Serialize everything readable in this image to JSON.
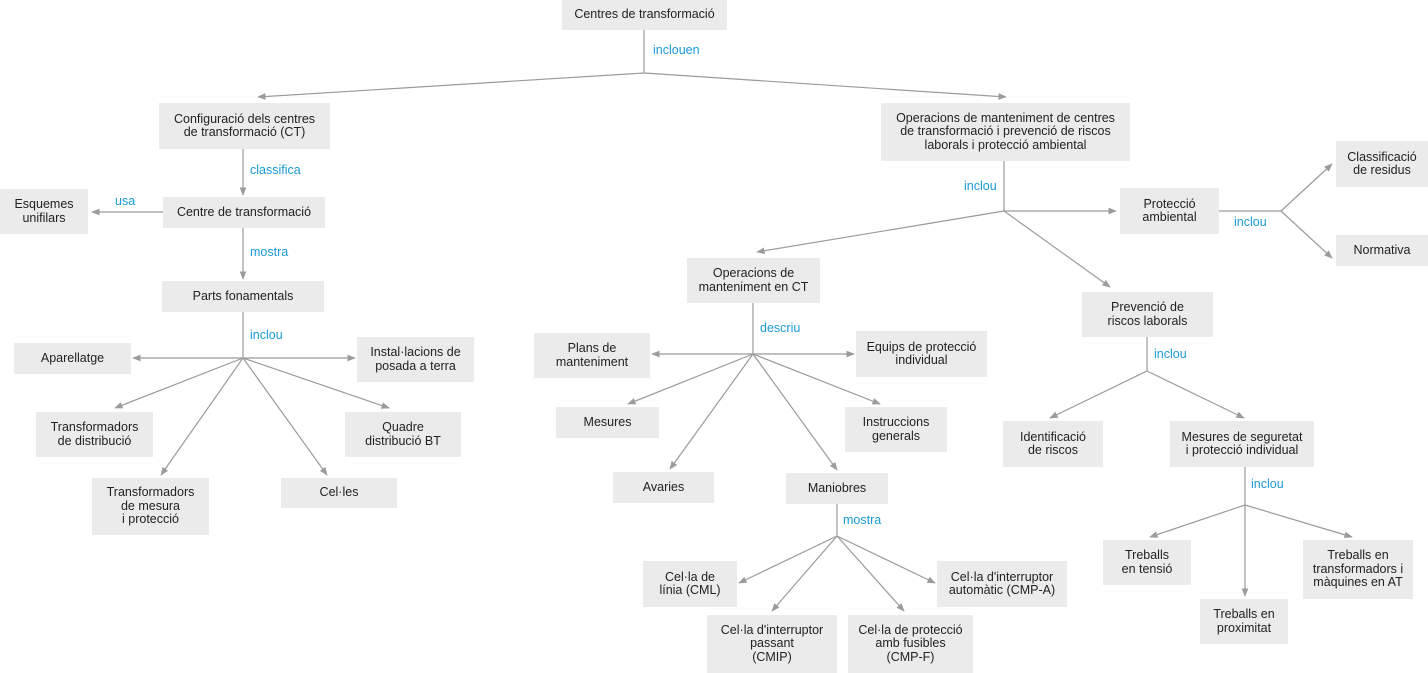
{
  "colors": {
    "node_bg": "#ebebeb",
    "node_text": "#222222",
    "label": "#1a9ad6",
    "line": "#9b9b9b"
  },
  "nodes": {
    "root": "Centres de transformació",
    "config": "Configuració dels centres\nde transformació (CT)",
    "ops": "Operacions de manteniment de centres\nde transformació i prevenció de riscos\nlaborals i protecció ambiental",
    "ct": "Centre de transformació",
    "esquemes": "Esquemes\nunifilars",
    "parts": "Parts fonamentals",
    "aparellatge": "Aparellatge",
    "installacions": "Instal·lacions de\nposada a terra",
    "transf_dist": "Transformadors\nde distribució",
    "quadre": "Quadre\ndistribució BT",
    "transf_mesura": "Transformadors\nde mesura\ni protecció",
    "celles": "Cel·les",
    "ops_ct": "Operacions de\nmanteniment en CT",
    "plans": "Plans de\nmanteniment",
    "equips": "Equips de protecció\nindividual",
    "mesures": "Mesures",
    "instruccions": "Instruccions\ngenerals",
    "avaries": "Avaries",
    "maniobres": "Maniobres",
    "cella_linia": "Cel·la de\nlínia (CML)",
    "cella_auto": "Cel·la d'interruptor\nautomàtic (CMP-A)",
    "cella_passant": "Cel·la d'interruptor\npassant\n(CMIP)",
    "cella_fusibles": "Cel·la de protecció\namb fusibles\n(CMP-F)",
    "proteccio_amb": "Protecció\nambiental",
    "classificacio": "Classificació\nde residus",
    "normativa": "Normativa",
    "prevencio": "Prevenció de\nriscos laborals",
    "identificacio": "Identificació\nde riscos",
    "mesures_seg": "Mesures de seguretat\ni protecció individual",
    "treballs_tensio": "Treballs\nen tensió",
    "treballs_prox": "Treballs en\nproximitat",
    "treballs_transf": "Treballs en\ntransformadors i\nmàquines en AT"
  },
  "labels": {
    "inclouen": "inclouen",
    "classifica": "classifica",
    "usa": "usa",
    "mostra_ct": "mostra",
    "inclou_parts": "inclou",
    "inclou_ops": "inclou",
    "descriu": "descriu",
    "mostra_man": "mostra",
    "inclou_amb": "inclou",
    "inclou_prev": "inclou",
    "inclou_seg": "inclou"
  }
}
